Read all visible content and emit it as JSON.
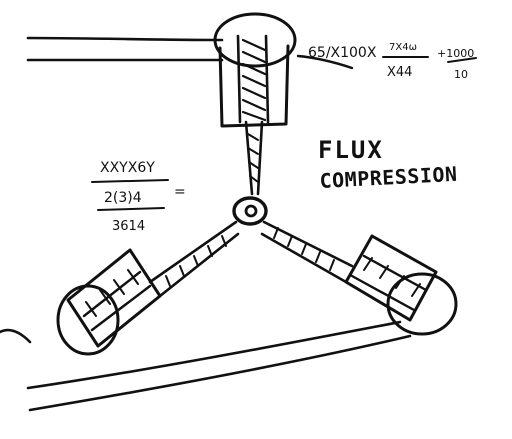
{
  "title_lines": [
    "FLUX",
    "COMPRESSION"
  ],
  "formula_top": {
    "main_numerator": "65/X100X",
    "fraction_numerator": "7X4ω",
    "fraction_denominator": "X44",
    "plus_numerator": "+1000",
    "plus_denominator": "10"
  },
  "formula_left": {
    "numerator": "XXYX6Y",
    "middle": "2(3)4",
    "equals": "=",
    "denominator": "3614"
  },
  "colors": {
    "ink": "#111111",
    "paper": "#ffffff"
  }
}
